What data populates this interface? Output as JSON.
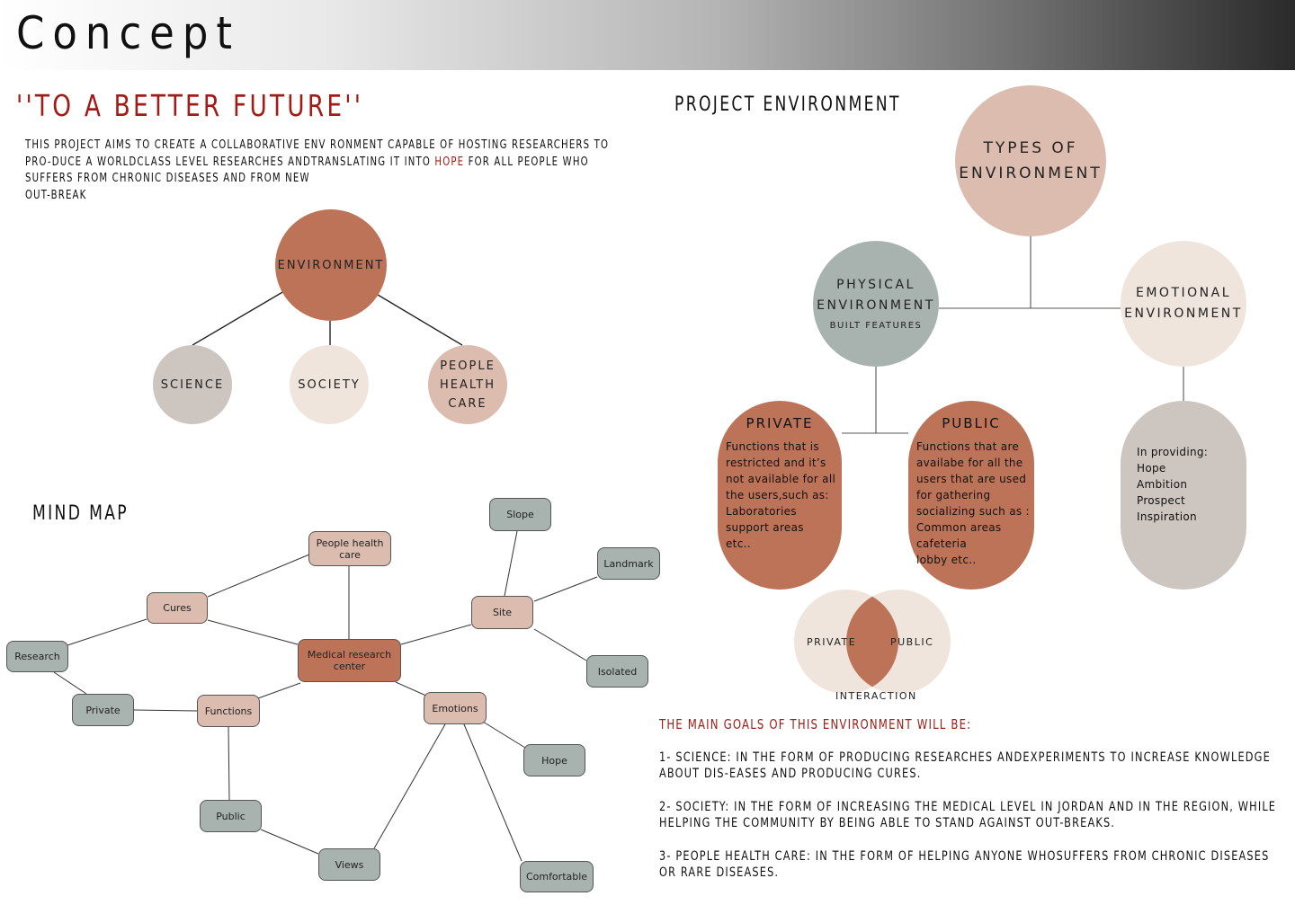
{
  "header": {
    "title": "Concept"
  },
  "main_heading": "''TO A BETTER FUTURE''",
  "intro": {
    "part1": "THIS PROJECT AIMS TO CREATE A COLLABORATIVE ENV RONMENT CAPABLE OF HOSTING RESEARCHERS TO PRO-DUCE A  WORLDCLASS LEVEL RESEARCHES ANDTRANSLATING IT INTO ",
    "highlight": "HOPE",
    "part2": " FOR ALL PEOPLE WHO SUFFERS FROM CHRONIC DISEASES AND FROM NEW",
    "part3": "OUT-BREAK"
  },
  "environment_diagram": {
    "center": "ENVIRONMENT",
    "children": [
      "SCIENCE",
      "SOCIETY",
      "PEOPLE HEALTH CARE"
    ],
    "phc_lines": [
      "PEOPLE",
      "HEALTH",
      "CARE"
    ]
  },
  "project_environment": {
    "title": "PROJECT ENVIRONMENT",
    "types": [
      "TYPES OF",
      "ENVIRONMENT"
    ],
    "physical": [
      "PHYSICAL",
      "ENVIRONMENT"
    ],
    "physical_sub": "BUILT FEATURES",
    "emotional": [
      "EMOTIONAL",
      "ENVIRONMENT"
    ],
    "private": {
      "title": "PRIVATE",
      "lines": [
        "Functions that is",
        "restricted and it’s",
        "not available for all",
        "the users,such as:",
        "Laboratories",
        "support areas",
        "etc.."
      ]
    },
    "public": {
      "title": "PUBLIC",
      "lines": [
        "Functions that are",
        "availabe for all the",
        "users that are used",
        "for gathering",
        "socializing such as :",
        "Common areas",
        "cafeteria",
        "lobby etc.."
      ]
    },
    "emotional_detail": {
      "lines": [
        "In providing:",
        "Hope",
        "Ambition",
        "Prospect",
        "Inspiration"
      ]
    },
    "venn": {
      "left": "PRIVATE",
      "right": "PUBLIC",
      "caption": "INTERACTION"
    }
  },
  "mind_map": {
    "title": "MIND MAP",
    "nodes": {
      "center": "Medical research center",
      "people_health_care": "People health care",
      "cures": "Cures",
      "research": "Research",
      "private": "Private",
      "functions": "Functions",
      "public": "Public",
      "views": "Views",
      "emotions": "Emotions",
      "hope": "Hope",
      "comfortable": "Comfortable",
      "site": "Site",
      "slope": "Slope",
      "landmark": "Landmark",
      "isolated": "Isolated"
    }
  },
  "goals": {
    "heading": "THE MAIN GOALS OF THIS ENVIRONMENT WILL BE:",
    "items": [
      "1- SCIENCE: IN THE FORM OF PRODUCING RESEARCHES ANDEXPERIMENTS TO INCREASE KNOWLEDGE ABOUT DIS-EASES AND PRODUCING CURES.",
      "2- SOCIETY: IN THE FORM OF INCREASING THE MEDICAL LEVEL IN JORDAN AND IN THE REGION, WHILE HELPING THE COMMUNITY BY BEING ABLE TO STAND AGAINST OUT-BREAKS.",
      "3- PEOPLE HEALTH CARE: IN THE FORM OF HELPING ANYONE WHOSUFFERS FROM CHRONIC DISEASES OR RARE DISEASES."
    ]
  },
  "colors": {
    "rust": "#bc7358",
    "tan": "#dbbcae",
    "sage": "#a8b3b0",
    "cream": "#efe5dd",
    "taupe": "#ccc5c0",
    "accent_red": "#a01c16"
  }
}
